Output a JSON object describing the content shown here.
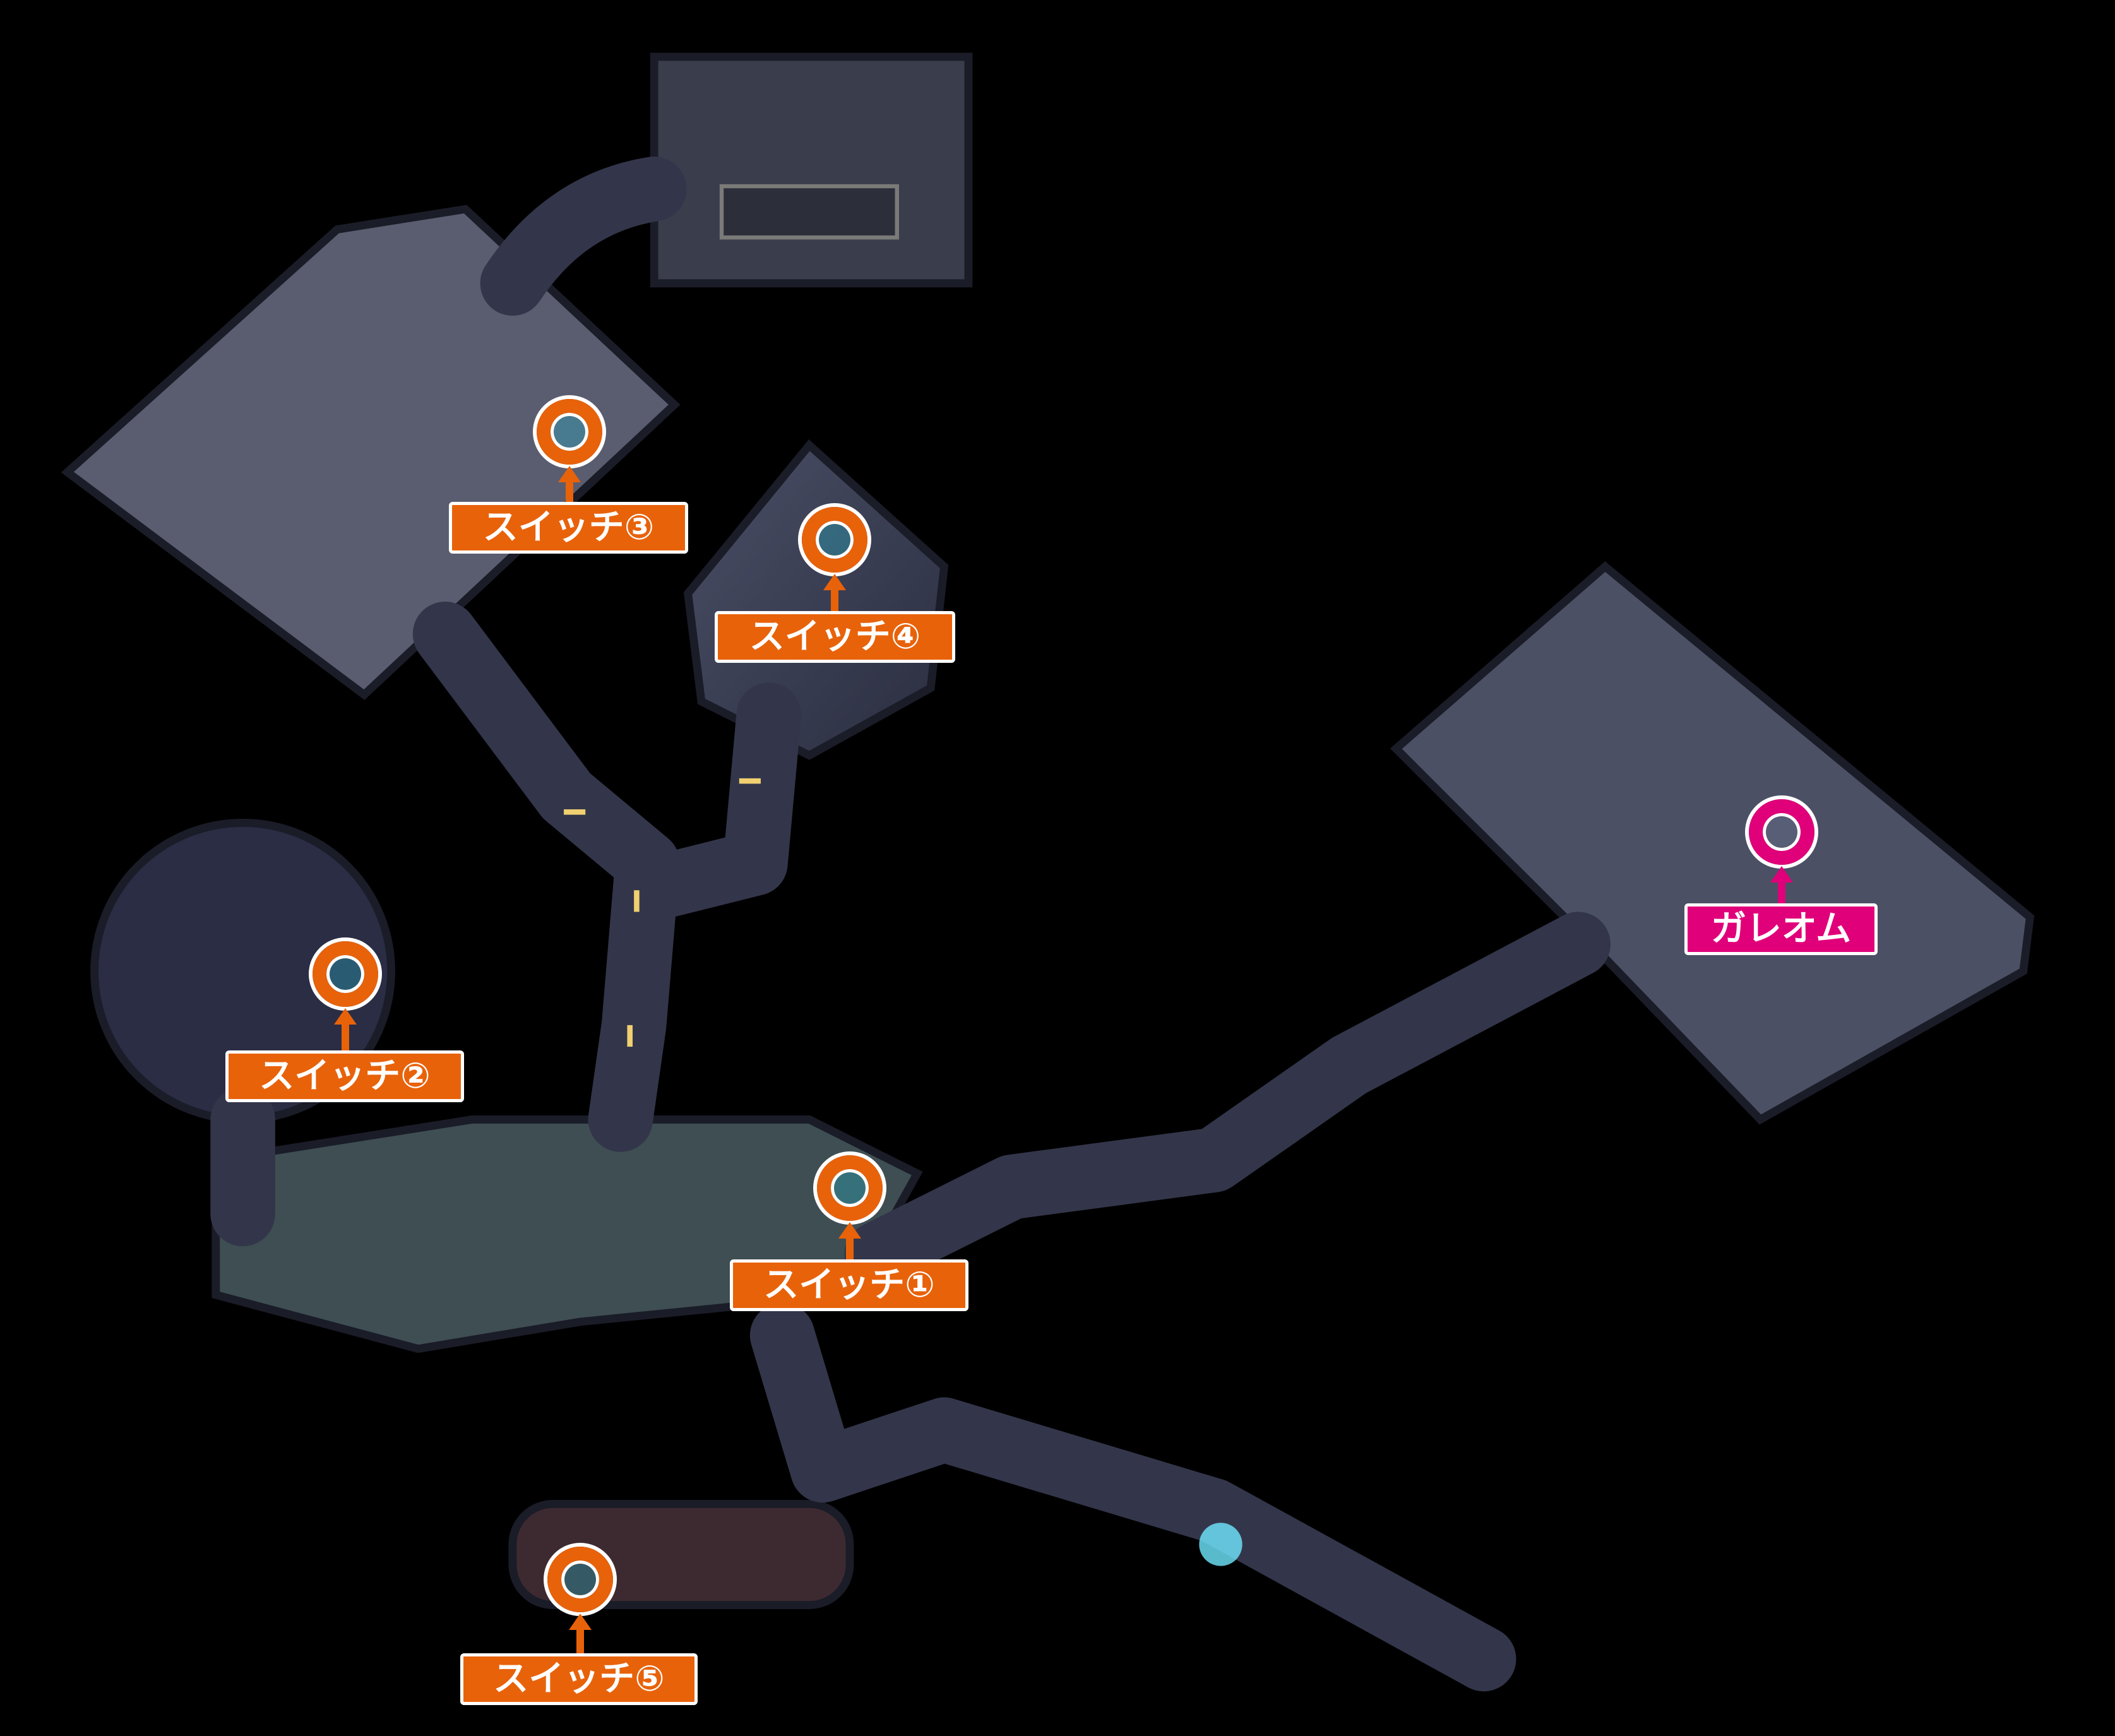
{
  "colors": {
    "switch_marker": "#e8620a",
    "boss_marker": "#e0007a",
    "background": "#000000"
  },
  "markers": [
    {
      "id": "switch-3",
      "label": "スイッチ③",
      "kind": "switch"
    },
    {
      "id": "switch-4",
      "label": "スイッチ④",
      "kind": "switch"
    },
    {
      "id": "switch-2",
      "label": "スイッチ②",
      "kind": "switch"
    },
    {
      "id": "switch-1",
      "label": "スイッチ①",
      "kind": "switch"
    },
    {
      "id": "switch-5",
      "label": "スイッチ⑤",
      "kind": "switch"
    },
    {
      "id": "galeom",
      "label": "ガレオム",
      "kind": "boss"
    }
  ]
}
